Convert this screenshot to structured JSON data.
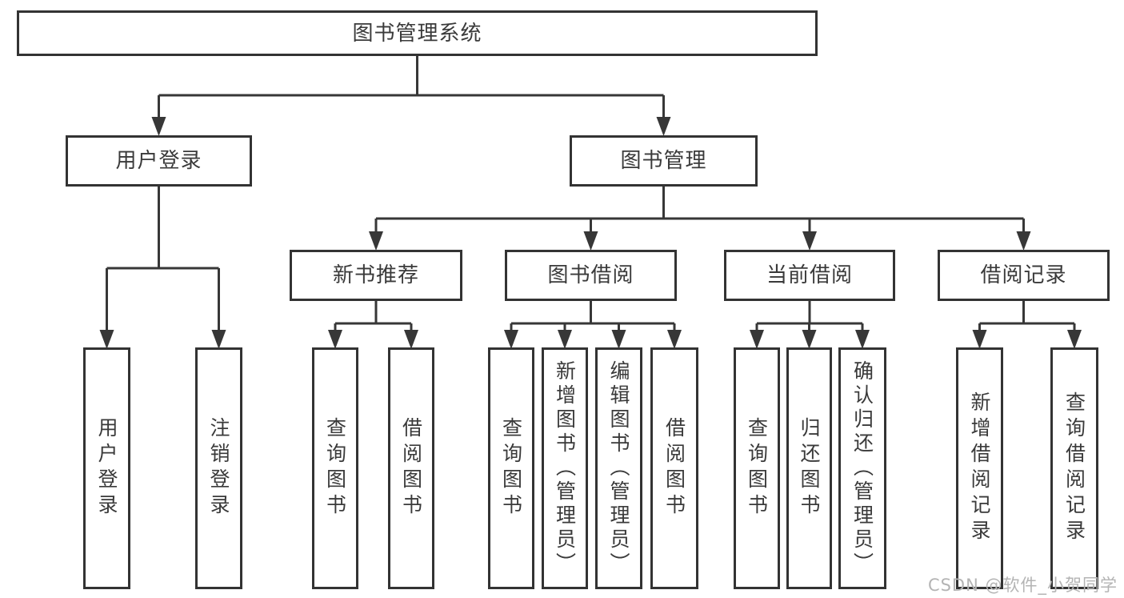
{
  "diagram": {
    "type": "hierarchy-tree",
    "nodes": {
      "root": "图书管理系统",
      "user_login": "用户登录",
      "book_mgmt": "图书管理",
      "login_do": "用户登录",
      "logout": "注销登录",
      "new_book_rec": "新书推荐",
      "book_borrow": "图书借阅",
      "current_borrow": "当前借阅",
      "borrow_record": "借阅记录",
      "rec_query": "查询图书",
      "rec_borrow": "借阅图书",
      "bb_query": "查询图书",
      "bb_add": "新增图书（管理员）",
      "bb_edit": "编辑图书（管理员）",
      "bb_borrow": "借阅图书",
      "cb_query": "查询图书",
      "cb_return": "归还图书",
      "cb_confirm": "确认归还（管理员）",
      "br_add": "新增借阅记录",
      "br_query": "查询借阅记录"
    },
    "edges": [
      {
        "from": "root",
        "to": "user_login"
      },
      {
        "from": "root",
        "to": "book_mgmt"
      },
      {
        "from": "user_login",
        "to": "login_do"
      },
      {
        "from": "user_login",
        "to": "logout"
      },
      {
        "from": "book_mgmt",
        "to": "new_book_rec"
      },
      {
        "from": "book_mgmt",
        "to": "book_borrow"
      },
      {
        "from": "book_mgmt",
        "to": "current_borrow"
      },
      {
        "from": "book_mgmt",
        "to": "borrow_record"
      },
      {
        "from": "new_book_rec",
        "to": "rec_query"
      },
      {
        "from": "new_book_rec",
        "to": "rec_borrow"
      },
      {
        "from": "book_borrow",
        "to": "bb_query"
      },
      {
        "from": "book_borrow",
        "to": "bb_add"
      },
      {
        "from": "book_borrow",
        "to": "bb_edit"
      },
      {
        "from": "book_borrow",
        "to": "bb_borrow"
      },
      {
        "from": "current_borrow",
        "to": "cb_query"
      },
      {
        "from": "current_borrow",
        "to": "cb_return"
      },
      {
        "from": "current_borrow",
        "to": "cb_confirm"
      },
      {
        "from": "borrow_record",
        "to": "br_add"
      },
      {
        "from": "borrow_record",
        "to": "br_query"
      }
    ],
    "colors": {
      "line": "#373737",
      "box_border": "#333333",
      "text": "#3a3a3a",
      "background": "#ffffff",
      "watermark": "#b4b4b4"
    }
  },
  "watermark": {
    "text": "CSDN @软件_小贺同学"
  }
}
